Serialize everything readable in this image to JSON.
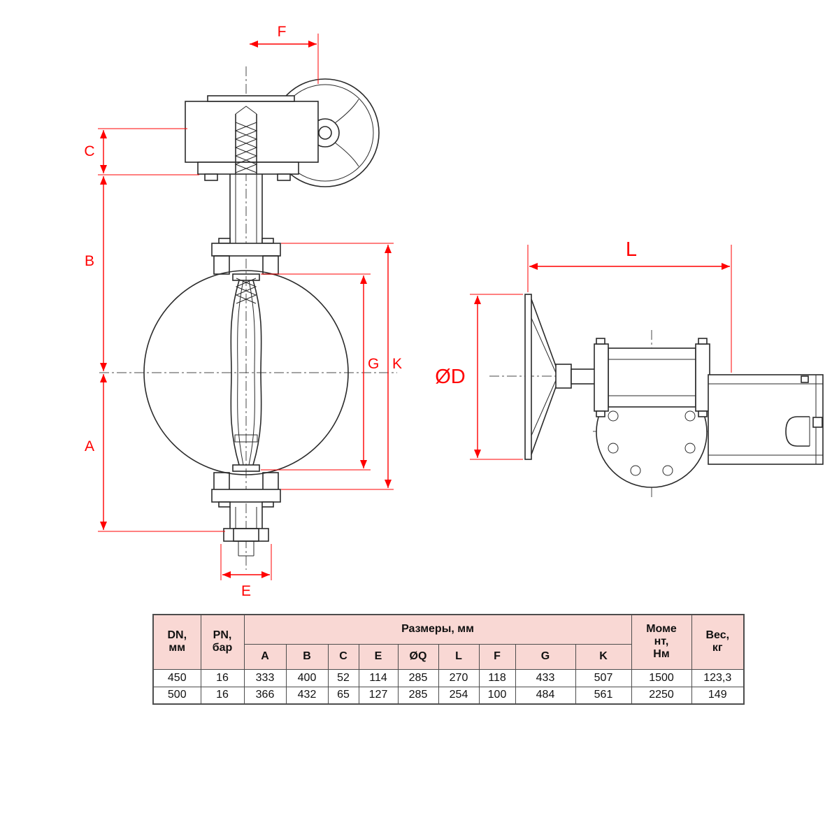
{
  "diagram": {
    "front_labels": {
      "F": "F",
      "C": "C",
      "B": "B",
      "A": "A",
      "G": "G",
      "K": "K",
      "E": "E"
    },
    "side_labels": {
      "diameter": "ØD",
      "length": "L"
    },
    "colors": {
      "dimension_red": "#ff0000",
      "drawing_line": "#2a2a2a",
      "table_header_bg": "#f9d8d4"
    }
  },
  "table": {
    "header": {
      "dn": "DN,\nмм",
      "pn": "PN,\nбар",
      "sizes": "Размеры, мм",
      "size_columns": [
        "A",
        "B",
        "C",
        "E",
        "ØQ",
        "L",
        "F",
        "G",
        "K"
      ],
      "torque": "Моме\nнт,\nНм",
      "weight": "Вес,\nкг"
    },
    "rows": [
      [
        "450",
        "16",
        "333",
        "400",
        "52",
        "114",
        "285",
        "270",
        "118",
        "433",
        "507",
        "1500",
        "123,3"
      ],
      [
        "500",
        "16",
        "366",
        "432",
        "65",
        "127",
        "285",
        "254",
        "100",
        "484",
        "561",
        "2250",
        "149"
      ]
    ]
  }
}
